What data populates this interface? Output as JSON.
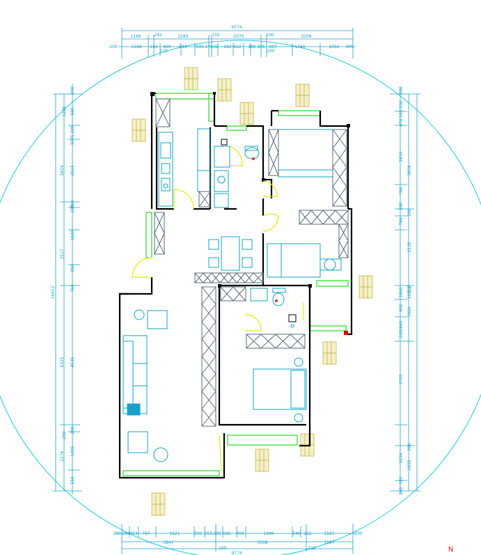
{
  "drawing": {
    "north_label": "N",
    "colors": {
      "wall": "#000000",
      "dimension": "#1aa0c8",
      "window": "#22dd22",
      "door_swing": "#e8e800",
      "furniture": "#0ea5c0",
      "plant_box": "#d8cf6e",
      "marker": "#e00000"
    }
  },
  "dims": {
    "top": {
      "total": "9774",
      "row1": [
        "1166",
        "242",
        "2283",
        "102",
        "2070",
        "200",
        "3208"
      ],
      "row2": [
        "200",
        "1166",
        "242",
        "490",
        "841",
        "595",
        "176",
        "92",
        "242",
        "622",
        "390",
        "326",
        "207",
        "1749",
        "1052",
        "305"
      ],
      "extra": [
        "570",
        "200"
      ]
    },
    "bottom": {
      "total": "9774",
      "row1": [
        "200",
        "284",
        "453",
        "767",
        "1621",
        "501",
        "553",
        "200",
        "585",
        "459",
        "1906",
        "546",
        "222",
        "1597",
        "200"
      ],
      "row2": [
        "3847",
        "3508",
        "1597"
      ],
      "extra": [
        "200",
        "222"
      ]
    },
    "left": {
      "total": "16612",
      "row1": [
        "3454",
        "3517",
        "6325",
        "2276"
      ],
      "row2": [
        "200",
        "680",
        "1220",
        "200",
        "3375",
        "2613",
        "280",
        "200",
        "1600",
        "850",
        "766",
        "4535",
        "1395",
        "200",
        "550"
      ],
      "extra": [
        "200"
      ]
    },
    "right": {
      "total": "16612",
      "row1": [
        "3954",
        "2132",
        "1920",
        "3755",
        "1932"
      ],
      "row2": [
        "200",
        "530",
        "200",
        "476",
        "2810",
        "766",
        "280",
        "200",
        "784",
        "200",
        "1860",
        "800",
        "1860",
        "200",
        "200",
        "1034",
        "555"
      ],
      "extra": [
        "200"
      ]
    }
  }
}
